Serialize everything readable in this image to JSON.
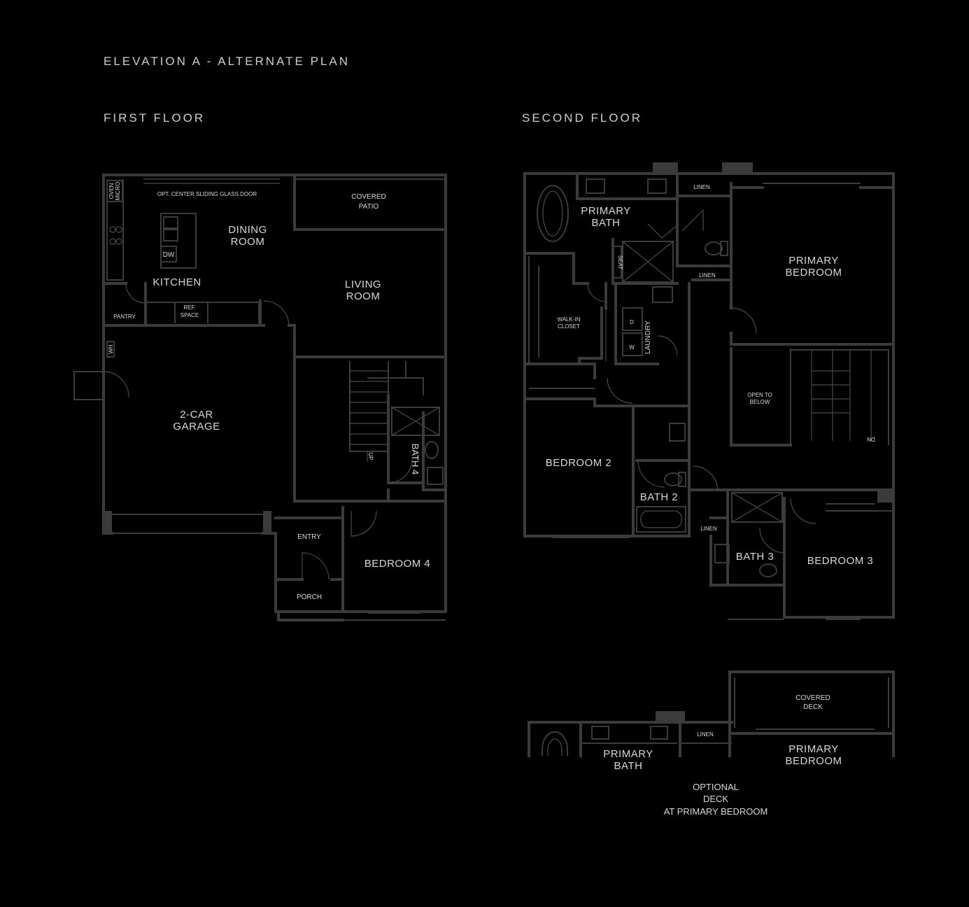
{
  "headers": {
    "elevation": "ELEVATION A - ALTERNATE PLAN",
    "first_floor": "FIRST FLOOR",
    "second_floor": "SECOND FLOOR"
  },
  "first_floor_rooms": {
    "slider_note": "OPT. CENTER SLIDING GLASS DOOR",
    "covered_patio": [
      "COVERED",
      "PATIO"
    ],
    "dining_room": [
      "DINING",
      "ROOM"
    ],
    "living_room": [
      "LIVING",
      "ROOM"
    ],
    "kitchen": "KITCHEN",
    "dw": "DW",
    "pantry": "PANTRY",
    "ref_space": [
      "REF.",
      "SPACE"
    ],
    "oven": [
      "OVEN",
      "MICRO"
    ],
    "garage": [
      "2-CAR",
      "GARAGE"
    ],
    "wh": "WH",
    "bath4": "BATH 4",
    "entry": "ENTRY",
    "porch": "PORCH",
    "bedroom4": "BEDROOM 4",
    "up": "UP"
  },
  "second_floor_rooms": {
    "primary_bath": [
      "PRIMARY",
      "BATH"
    ],
    "linen": "LINEN",
    "primary_bedroom": [
      "PRIMARY",
      "BEDROOM"
    ],
    "walk_in_closet": [
      "WALK-IN",
      "CLOSET"
    ],
    "laundry": "LAUNDRY",
    "d": "D",
    "w": "W",
    "seat": "SEAT",
    "bedroom2": "BEDROOM 2",
    "bath2": "BATH 2",
    "open_to_below": [
      "OPEN TO",
      "BELOW"
    ],
    "dn": "DN",
    "bath3": "BATH 3",
    "bedroom3": "BEDROOM 3"
  },
  "optional_deck": {
    "covered_deck": [
      "COVERED",
      "DECK"
    ],
    "primary_bath": [
      "PRIMARY",
      "BATH"
    ],
    "linen": "LINEN",
    "primary_bedroom": [
      "PRIMARY",
      "BEDROOM"
    ],
    "caption": [
      "OPTIONAL",
      "DECK",
      "AT PRIMARY BEDROOM"
    ]
  }
}
